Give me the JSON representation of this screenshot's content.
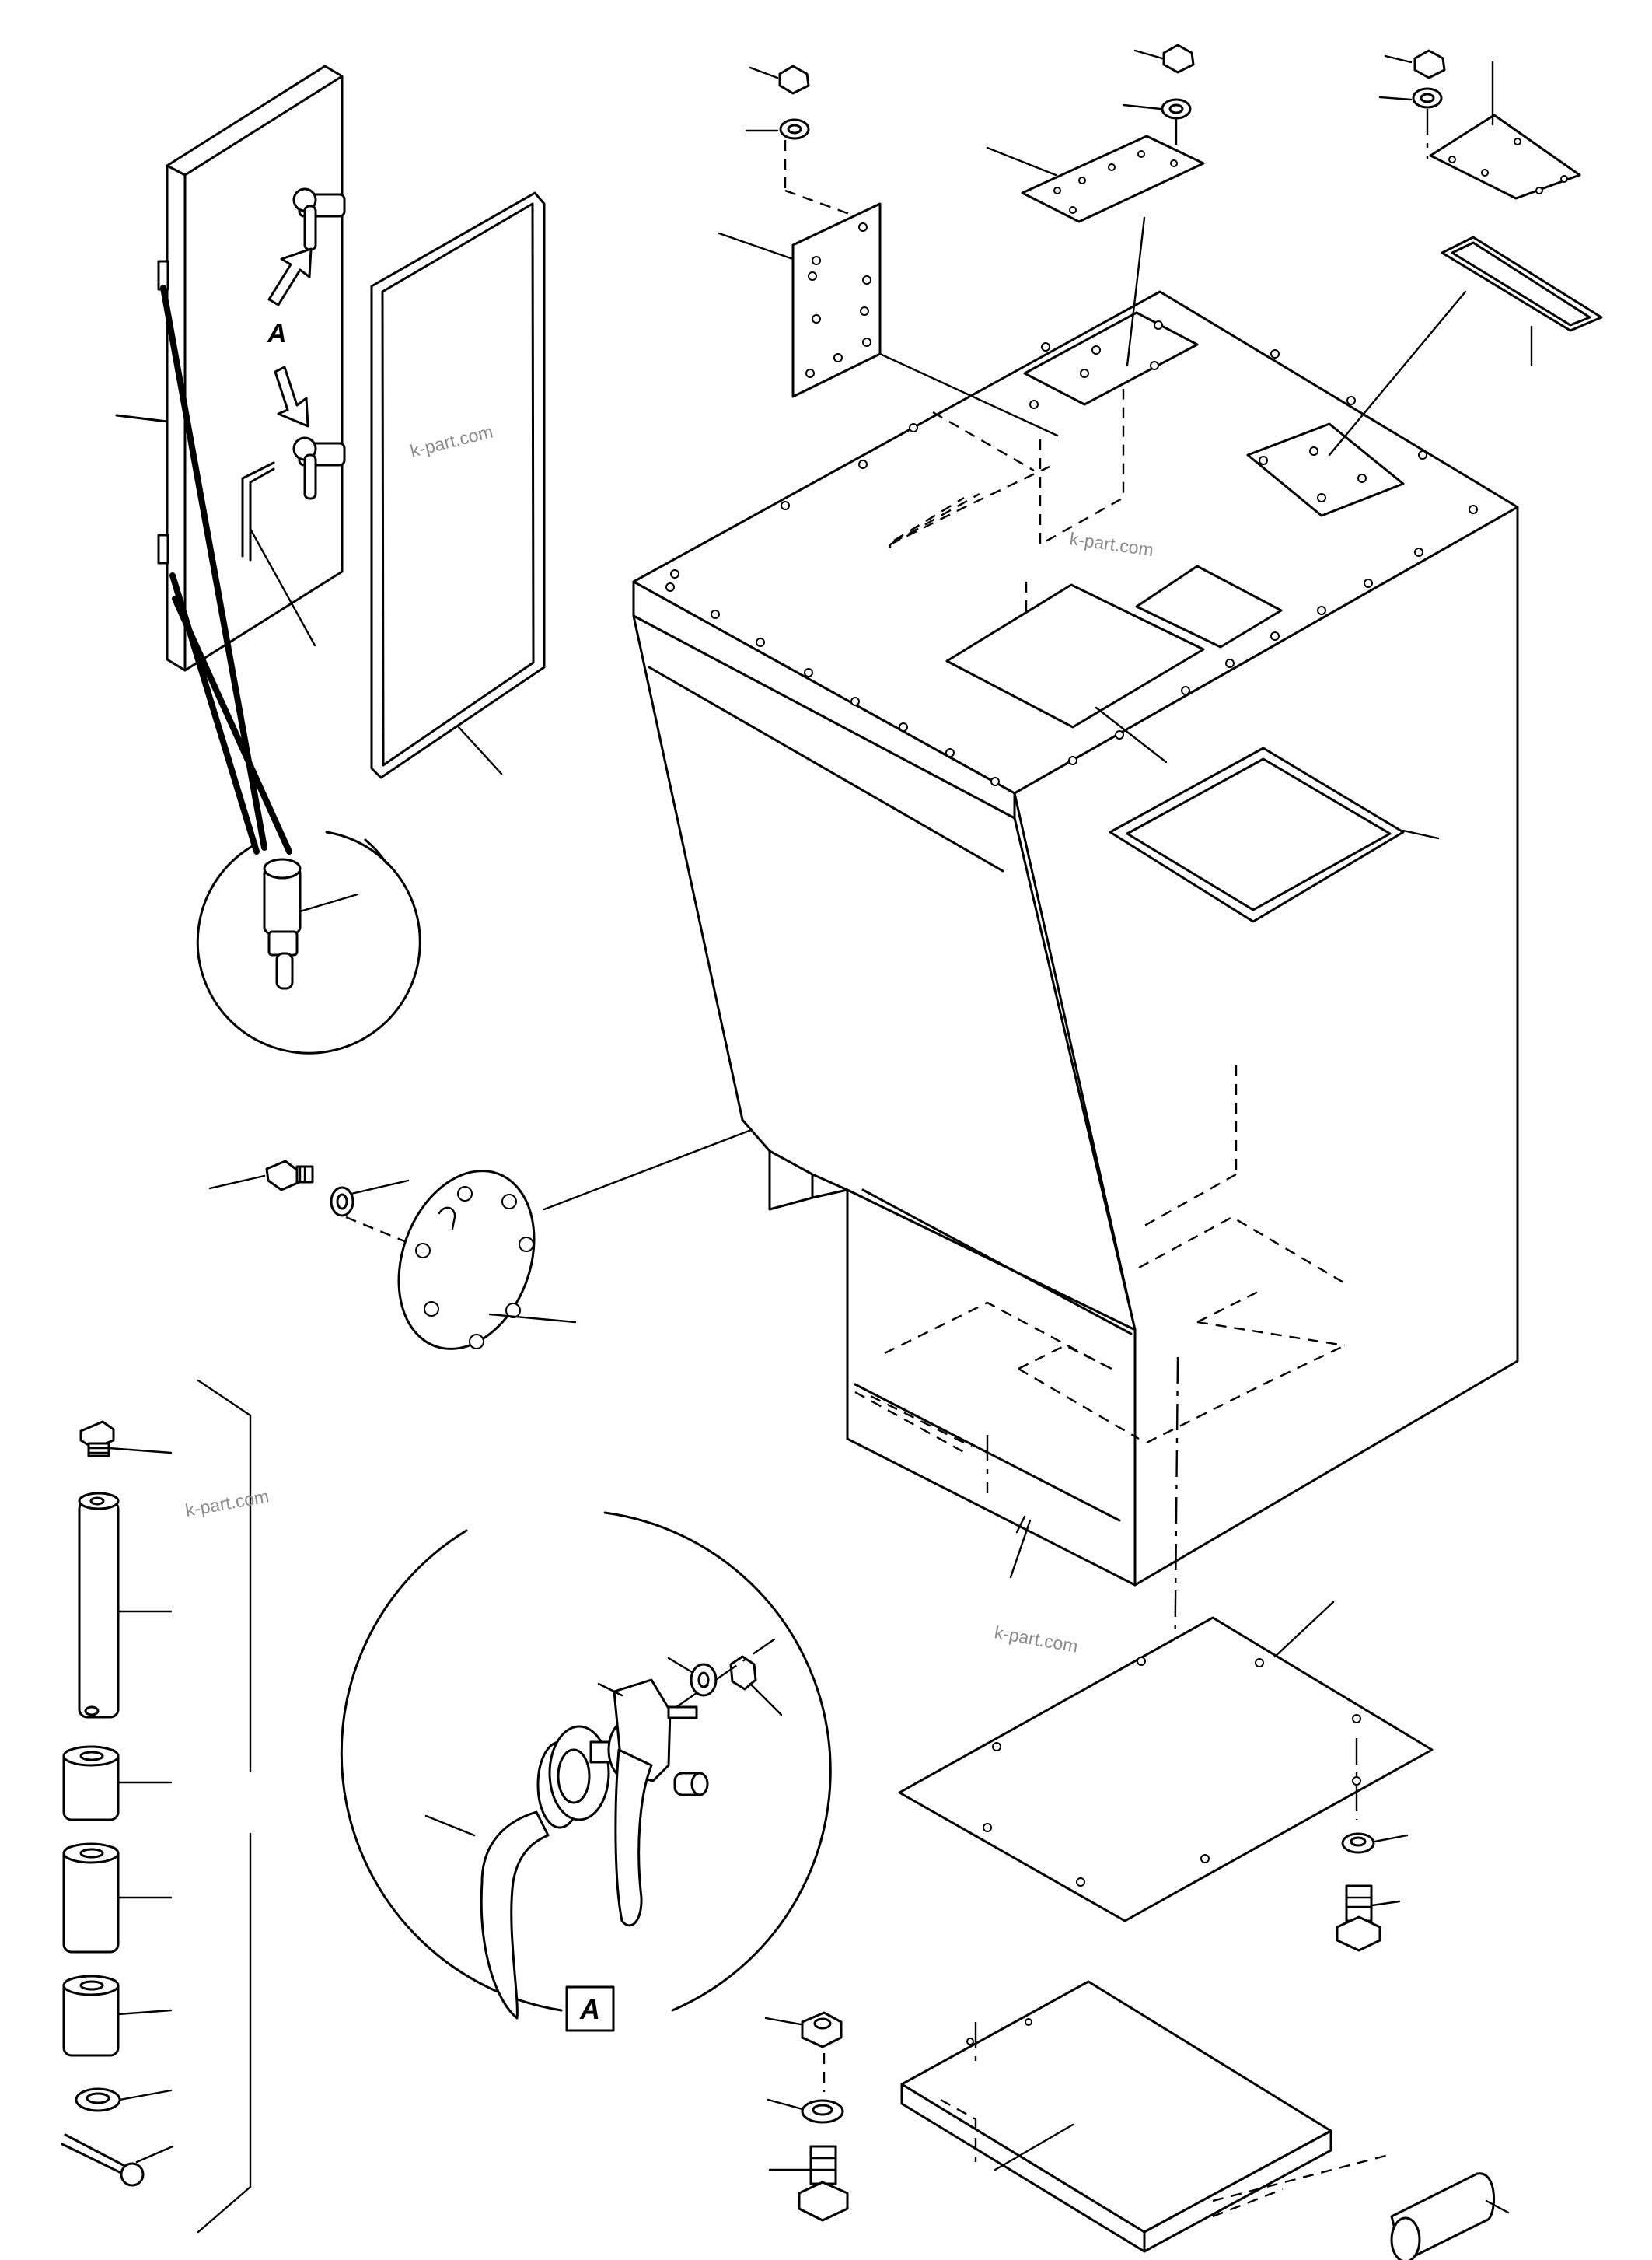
{
  "diagram": {
    "callout_label": "A",
    "detail_label": "A",
    "watermarks": [
      "k-part.com",
      "k-part.com",
      "k-part.com",
      "k-part.com"
    ]
  }
}
